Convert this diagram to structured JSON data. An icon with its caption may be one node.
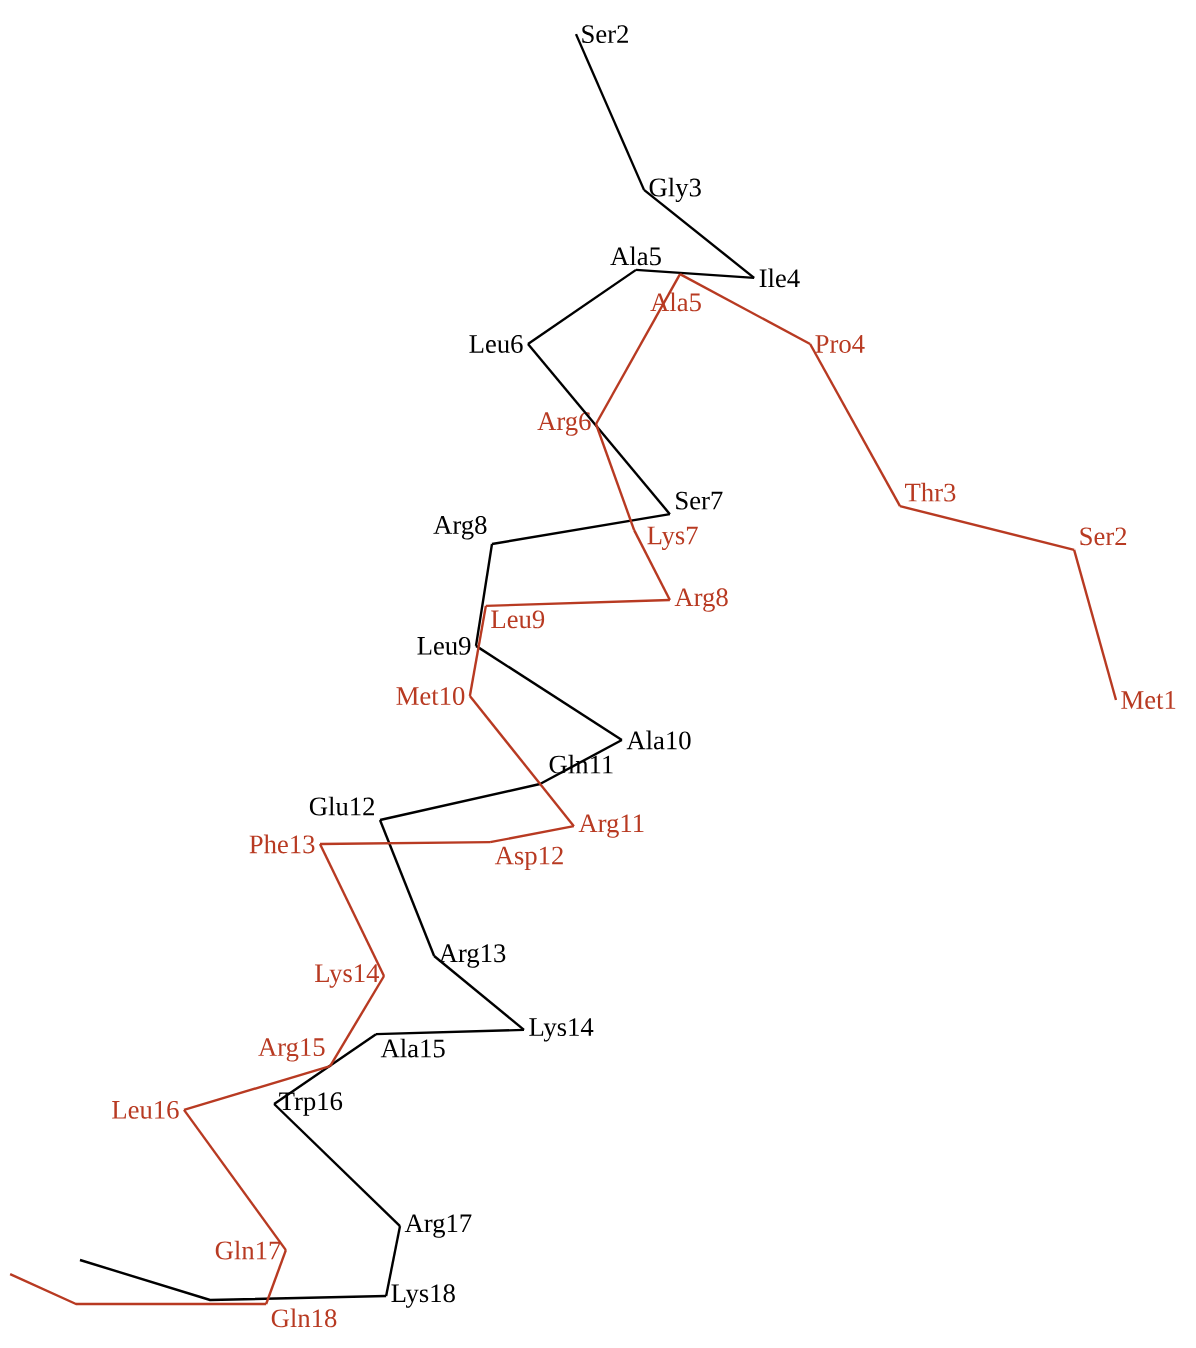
{
  "diagram": {
    "nodes": [
      {
        "text": [
          "Ser2"
        ]
      },
      {
        "text": [
          "Gly3"
        ]
      },
      {
        "text": [
          "Ile4"
        ]
      },
      {
        "text": [
          "Ala5"
        ]
      },
      {
        "text": [
          "Leu6"
        ]
      },
      {
        "text": [
          "Ser7"
        ]
      },
      {
        "text": [
          "Arg8"
        ]
      },
      {
        "text": [
          "Leu9"
        ]
      },
      {
        "text": [
          "Ala10"
        ]
      },
      {
        "text": [
          "Gln11"
        ]
      },
      {
        "text": [
          "Glu12"
        ]
      },
      {
        "text": [
          "Arg13"
        ]
      },
      {
        "text": [
          "Lys14"
        ]
      },
      {
        "text": [
          "Ala15"
        ]
      },
      {
        "text": [
          "Trp16"
        ]
      },
      {
        "text": [
          "Arg17"
        ]
      },
      {
        "text": [
          "Lys18"
        ]
      },
      {
        "text": [
          "Met1"
        ]
      },
      {
        "text": [
          "Ser2"
        ]
      },
      {
        "text": [
          "Thr3"
        ]
      },
      {
        "text": [
          "Pro4"
        ]
      },
      {
        "text": [
          "Ala5"
        ]
      },
      {
        "text": [
          "Arg6"
        ]
      },
      {
        "text": [
          "Lys7"
        ]
      },
      {
        "text": [
          "Arg8"
        ]
      },
      {
        "text": [
          "Leu9"
        ]
      },
      {
        "text": [
          "Met10"
        ]
      },
      {
        "text": [
          "Arg11"
        ]
      },
      {
        "text": [
          "Asp12"
        ]
      },
      {
        "text": [
          "Phe13"
        ]
      },
      {
        "text": [
          "Lys14"
        ]
      },
      {
        "text": [
          "Arg15"
        ]
      },
      {
        "text": [
          "Leu16"
        ]
      },
      {
        "text": [
          "Gln17"
        ]
      },
      {
        "text": [
          "Gln18"
        ]
      }
    ],
    "edges": [
      {
        "from": 0,
        "to": 1,
        "arrow": "none",
        "color": "#000000"
      },
      {
        "from": 1,
        "to": 2,
        "arrow": "none",
        "color": "#000000"
      },
      {
        "from": 2,
        "to": 3,
        "arrow": "none",
        "color": "#000000"
      },
      {
        "from": 3,
        "to": 4,
        "arrow": "none",
        "color": "#000000"
      },
      {
        "from": 4,
        "to": 5,
        "arrow": "none",
        "color": "#000000"
      },
      {
        "from": 5,
        "to": 6,
        "arrow": "none",
        "color": "#000000"
      },
      {
        "from": 6,
        "to": 7,
        "arrow": "none",
        "color": "#000000"
      },
      {
        "from": 7,
        "to": 8,
        "arrow": "none",
        "color": "#000000"
      },
      {
        "from": 8,
        "to": 9,
        "arrow": "none",
        "color": "#000000"
      },
      {
        "from": 9,
        "to": 10,
        "arrow": "none",
        "color": "#000000"
      },
      {
        "from": 10,
        "to": 11,
        "arrow": "none",
        "color": "#000000"
      },
      {
        "from": 11,
        "to": 12,
        "arrow": "none",
        "color": "#000000"
      },
      {
        "from": 12,
        "to": 13,
        "arrow": "none",
        "color": "#000000"
      },
      {
        "from": 13,
        "to": 14,
        "arrow": "none",
        "color": "#000000"
      },
      {
        "from": 14,
        "to": 15,
        "arrow": "none",
        "color": "#000000"
      },
      {
        "from": 15,
        "to": 16,
        "arrow": "none",
        "color": "#000000"
      },
      {
        "from": 16,
        "to": null,
        "arrow": "none",
        "color": "#000000"
      },
      {
        "from": 17,
        "to": 18,
        "arrow": "none",
        "color": "#b83a22"
      },
      {
        "from": 18,
        "to": 19,
        "arrow": "none",
        "color": "#b83a22"
      },
      {
        "from": 19,
        "to": 20,
        "arrow": "none",
        "color": "#b83a22"
      },
      {
        "from": 20,
        "to": 21,
        "arrow": "none",
        "color": "#b83a22"
      },
      {
        "from": 21,
        "to": 22,
        "arrow": "none",
        "color": "#b83a22"
      },
      {
        "from": 22,
        "to": 23,
        "arrow": "none",
        "color": "#b83a22"
      },
      {
        "from": 23,
        "to": 24,
        "arrow": "none",
        "color": "#b83a22"
      },
      {
        "from": 24,
        "to": 25,
        "arrow": "none",
        "color": "#b83a22"
      },
      {
        "from": 25,
        "to": 26,
        "arrow": "none",
        "color": "#b83a22"
      },
      {
        "from": 26,
        "to": 27,
        "arrow": "none",
        "color": "#b83a22"
      },
      {
        "from": 27,
        "to": 28,
        "arrow": "none",
        "color": "#b83a22"
      },
      {
        "from": 28,
        "to": 29,
        "arrow": "none",
        "color": "#b83a22"
      },
      {
        "from": 29,
        "to": 30,
        "arrow": "none",
        "color": "#b83a22"
      },
      {
        "from": 30,
        "to": 31,
        "arrow": "none",
        "color": "#b83a22"
      },
      {
        "from": 31,
        "to": 32,
        "arrow": "none",
        "color": "#b83a22"
      },
      {
        "from": 32,
        "to": 33,
        "arrow": "none",
        "color": "#b83a22"
      },
      {
        "from": 33,
        "to": 34,
        "arrow": "none",
        "color": "#b83a22"
      },
      {
        "from": 34,
        "to": null,
        "arrow": "none",
        "color": "#b83a22"
      }
    ]
  }
}
